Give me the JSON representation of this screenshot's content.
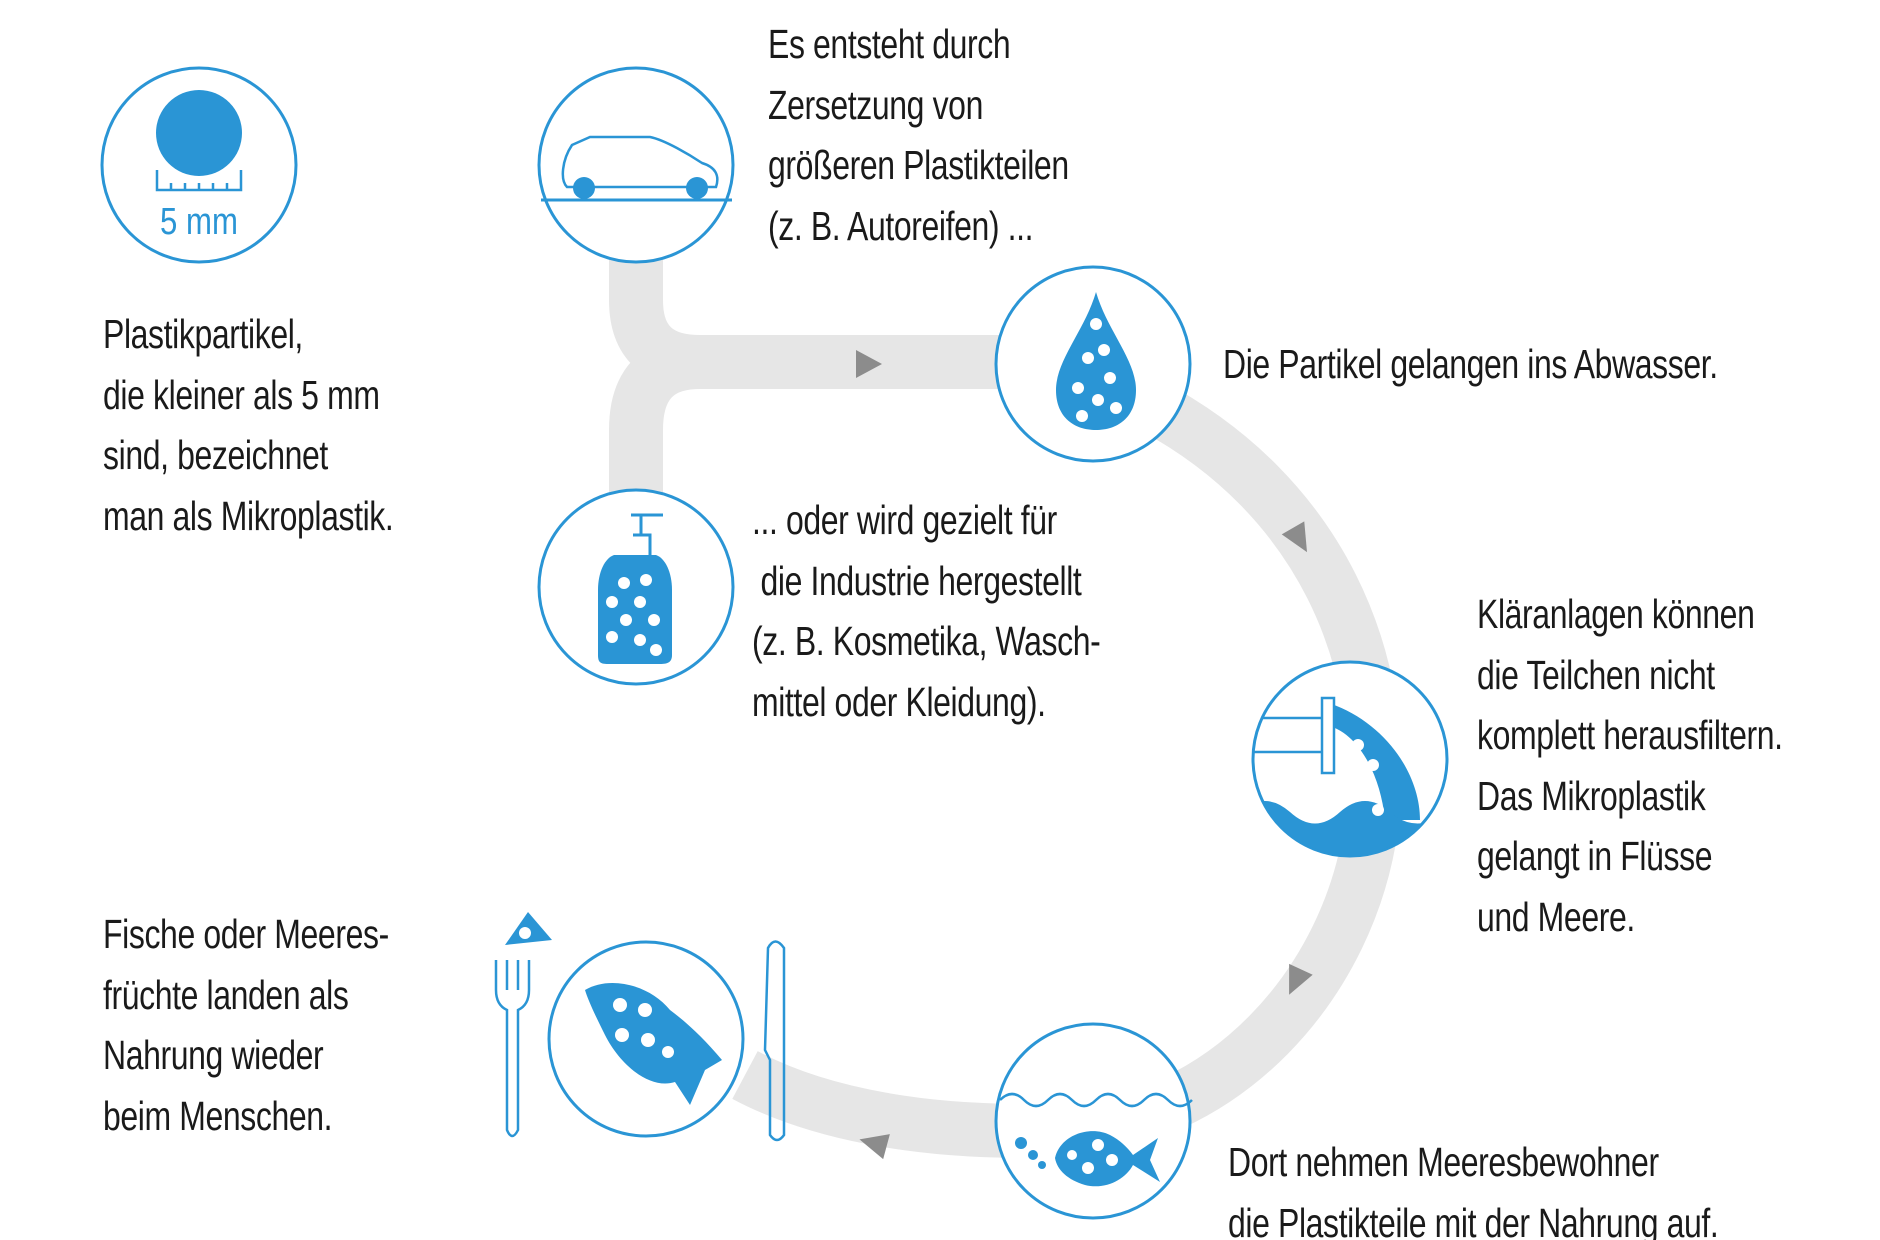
{
  "colors": {
    "accent": "#2a95d5",
    "path": "#e6e6e6",
    "arrow": "#8c8c8c",
    "text": "#1a1a1a"
  },
  "size_icon": {
    "label": "5 mm",
    "icon": "circle-with-ruler-icon"
  },
  "intro": {
    "lines": [
      "Plastikpartikel,",
      "die kleiner als 5 mm",
      "sind, bezeichnet",
      "man als Mikroplastik."
    ]
  },
  "steps": [
    {
      "icon": "car-icon",
      "lines": [
        "Es entsteht durch",
        "Zersetzung von",
        "größeren Plastikteilen",
        "(z. B. Autoreifen) ..."
      ]
    },
    {
      "icon": "water-drop-icon",
      "lines": [
        "Die Partikel gelangen ins Abwasser."
      ]
    },
    {
      "icon": "soap-dispenser-icon",
      "lines": [
        "... oder wird gezielt für",
        " die Industrie hergestellt",
        "(z. B. Kosmetika, Wasch-",
        "mittel oder Kleidung)."
      ]
    },
    {
      "icon": "drain-pipe-icon",
      "lines": [
        "Kläranlagen können",
        "die Teilchen nicht",
        "komplett herausfiltern.",
        "Das Mikroplastik",
        "gelangt in Flüsse",
        "und Meere."
      ]
    },
    {
      "icon": "fish-in-water-icon",
      "lines": [
        "Dort nehmen Meeresbewohner",
        "die Plastikteile mit der Nahrung auf."
      ]
    },
    {
      "icon": "fish-on-plate-icon",
      "lines": [
        "Fische oder Meeres-",
        "früchte landen als",
        "Nahrung wieder",
        "beim Menschen."
      ]
    }
  ]
}
